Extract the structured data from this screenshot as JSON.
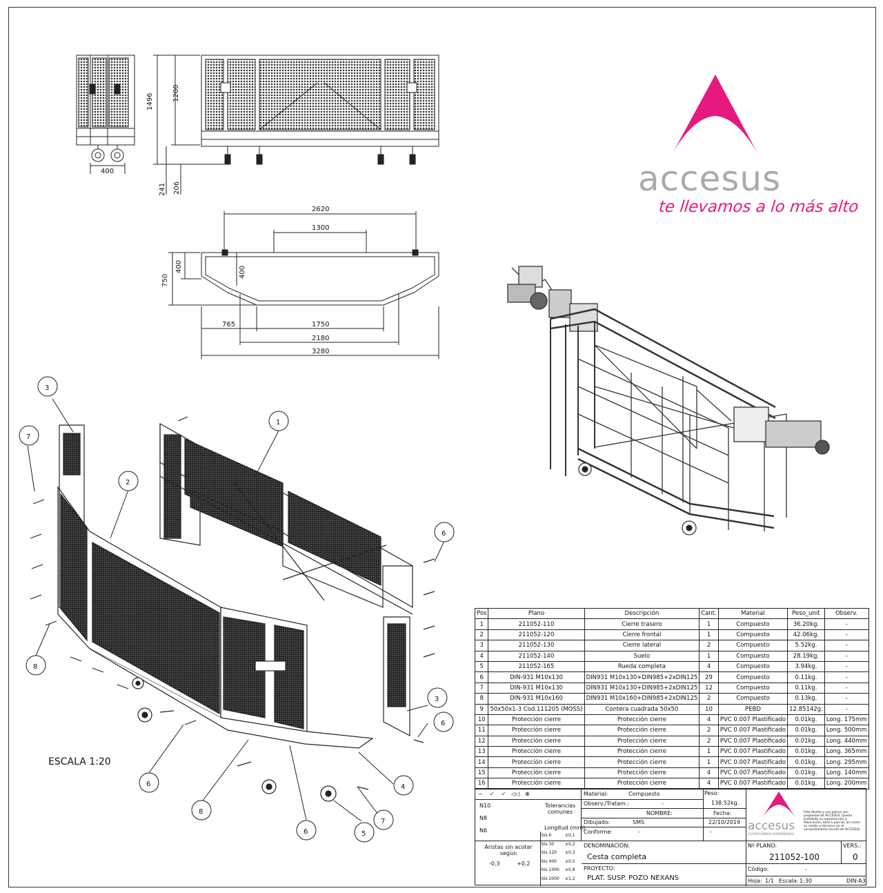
{
  "brand": {
    "name": "accesus",
    "slogan": "te llevamos a lo más alto",
    "color": "#e6197f"
  },
  "drawing_scale_note": "ESCALA 1:20",
  "dimensions": {
    "side_width": "400",
    "front_height_total": "1496",
    "front_height": "1200",
    "wheel_height": "241",
    "wheel_offset": "206",
    "top_length": "2620",
    "top_center": "1300",
    "plan_depth": "750",
    "plan_side": "400",
    "plan_inner": "400",
    "plan_offset": "765",
    "plan_1750": "1750",
    "plan_2180": "2180",
    "plan_total": "3280"
  },
  "balloons": [
    "1",
    "2",
    "3",
    "3",
    "4",
    "5",
    "6",
    "6",
    "6",
    "6",
    "7",
    "7",
    "8",
    "8"
  ],
  "bom": {
    "headers": [
      "Pos",
      "Plano",
      "Descripción",
      "Cant.",
      "Material",
      "Peso_unit",
      "Observ."
    ],
    "rows": [
      [
        "1",
        "211052-110",
        "Cierre trasero",
        "1",
        "Compuesto",
        "36.20kg.",
        "-"
      ],
      [
        "2",
        "211052-120",
        "Cierre frontal",
        "1",
        "Compuesto",
        "42.06kg.",
        "-"
      ],
      [
        "3",
        "211052-130",
        "Cierre lateral",
        "2",
        "Compuesto",
        "5.52kg.",
        "-"
      ],
      [
        "4",
        "211052-140",
        "Suelo",
        "1",
        "Compuesto",
        "28.19kg.",
        "-"
      ],
      [
        "5",
        "211052-165",
        "Rueda completa",
        "4",
        "Compuesto",
        "3.94kg.",
        "-"
      ],
      [
        "6",
        "DIN-931 M10x130",
        "DIN931 M10x130+DIN985+2xDIN125",
        "29",
        "Compuesto",
        "0.11kg.",
        "-"
      ],
      [
        "7",
        "DIN-931 M10x130",
        "DIN931 M10x130+DIN985+2xDIN125",
        "12",
        "Compuesto",
        "0.11kg.",
        "-"
      ],
      [
        "8",
        "DIN-931 M10x160",
        "DIN931 M10x160+DIN985+2xDIN125",
        "2",
        "Compuesto",
        "0.13kg.",
        "-"
      ],
      [
        "9",
        "50x50x1-3 Cod.111205 (MOSS)",
        "Contera cuadrada 50x50",
        "10",
        "PEBD",
        "12.85142g.",
        "-"
      ],
      [
        "10",
        "Protección cierre",
        "Protección cierre",
        "4",
        "PVC 0.007 Plastificado",
        "0.01kg.",
        "Long. 175mm"
      ],
      [
        "11",
        "Protección cierre",
        "Protección cierre",
        "2",
        "PVC 0.007 Plastificado",
        "0.01kg.",
        "Long. 500mm"
      ],
      [
        "12",
        "Protección cierre",
        "Protección cierre",
        "2",
        "PVC 0.007 Plastificado",
        "0.01kg.",
        "Long. 440mm"
      ],
      [
        "13",
        "Protección cierre",
        "Protección cierre",
        "1",
        "PVC 0.007 Plastificado",
        "0.01kg.",
        "Long. 365mm"
      ],
      [
        "14",
        "Protección cierre",
        "Protección cierre",
        "1",
        "PVC 0.007 Plastificado",
        "0.01kg.",
        "Long. 295mm"
      ],
      [
        "15",
        "Protección cierre",
        "Protección cierre",
        "4",
        "PVC 0.007 Plastificado",
        "0.01kg.",
        "Long. 140mm"
      ],
      [
        "16",
        "Protección cierre",
        "Protección cierre",
        "4",
        "PVC 0.007 Plastificado",
        "0.01kg.",
        "Long. 200mm"
      ]
    ]
  },
  "titleblock": {
    "material_label": "Material:",
    "material_value": "Compuesto",
    "peso_label": "Peso:",
    "peso_value": "138.52kg.",
    "observ_label": "Observ./Tratam.:",
    "observ_value": "-",
    "tolerancias": "Tolerancias comunes",
    "longitud": "Longitud (mm)",
    "nombre_label": "NOMBRE:",
    "fecha_label": "Fecha:",
    "dibujado_label": "Dibujado:",
    "dibujado_value": "SMS",
    "fecha_value": "22/10/2019",
    "conforme_label": "Conforme:",
    "conforme_value": "-",
    "conforme_fecha": "-",
    "aristas": "Aristas sin acotar según",
    "arista_a": "-0,3",
    "arista_b": "+0,2",
    "denominacion_label": "DENOMINACIÓN:",
    "denominacion_value": "Cesta completa",
    "proyecto_label": "PROYECTO:",
    "proyecto_value": "PLAT. SUSP. POZO NEXANS",
    "nplano_label": "Nº PLANO:",
    "nplano_value": "211052-100",
    "vers_label": "VERS.:",
    "vers_value": "0",
    "codigo_label": "Código:",
    "codigo_value": "-",
    "hoja_label": "Hoja:",
    "hoja_value": "1/1",
    "escala_label": "Escala:",
    "escala_value": "1:30",
    "formato": "DIN-A3",
    "tol_rows": [
      [
        "bis 6",
        "±0,1"
      ],
      [
        "bis 30",
        "±0,2"
      ],
      [
        "bis 120",
        "±0,3"
      ],
      [
        "bis 400",
        "±0,5"
      ],
      [
        "bis 1000",
        "±0,8"
      ],
      [
        "bis 2000",
        "±1,2"
      ]
    ],
    "n_rows": [
      "N10",
      "N8",
      "N6"
    ],
    "logo_name": "accesus",
    "logo_sub": "PLATAFORMAS SUSPENDIDAS",
    "notice": "Este diseño y sus planos son propiedad de ACCESUS. Queda prohibida su reproducción y fabricación, total o parcial, así como su cesión a terceros sin el consentimiento escrito de ACCESUS."
  }
}
